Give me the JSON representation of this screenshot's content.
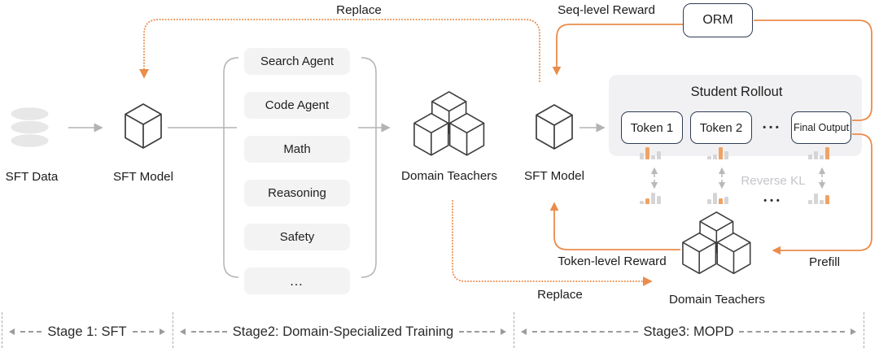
{
  "labels": {
    "replace_top": "Replace",
    "seq_level_reward": "Seq-level Reward",
    "orm": "ORM",
    "sft_data": "SFT Data",
    "sft_model_1": "SFT Model",
    "sft_model_2": "SFT Model",
    "domain_teachers_1": "Domain Teachers",
    "domain_teachers_2": "Domain Teachers",
    "student_rollout": "Student Rollout",
    "reverse_kl": "Reverse KL",
    "token_level_reward": "Token-level Reward",
    "prefill": "Prefill",
    "replace_bottom": "Replace",
    "ellipsis_tokens": "•••",
    "ellipsis_kl": "•••"
  },
  "domains": [
    "Search Agent",
    "Code Agent",
    "Math",
    "Reasoning",
    "Safety",
    "…"
  ],
  "tokens": {
    "t1": "Token 1",
    "t2": "Token 2",
    "final": "Final Output"
  },
  "stages": [
    {
      "label": "Stage 1: SFT"
    },
    {
      "label": "Stage2: Domain-Specialized Training"
    },
    {
      "label": "Stage3: MOPD"
    }
  ],
  "colors": {
    "orange_line": "#ea8c4b",
    "bar_orange": "#f0a264",
    "bar_gray": "#d5d5d7",
    "gray_line": "#b3b3b3",
    "navy_border": "#2e3d54",
    "panel_bg": "#f1f1f3",
    "box_bg": "#f3f3f4"
  },
  "mini_charts": {
    "student_row": [
      {
        "heights": [
          8,
          15,
          5,
          10
        ],
        "colors": [
          "gray",
          "orange",
          "gray",
          "gray"
        ]
      },
      {
        "heights": [
          4,
          6,
          15,
          10
        ],
        "colors": [
          "gray",
          "gray",
          "orange",
          "gray"
        ]
      },
      {
        "heights": [
          6,
          10,
          5,
          15
        ],
        "colors": [
          "gray",
          "gray",
          "gray",
          "orange"
        ]
      }
    ],
    "teacher_row": [
      {
        "heights": [
          4,
          7,
          14,
          10
        ],
        "colors": [
          "gray",
          "orange",
          "gray",
          "gray"
        ]
      },
      {
        "heights": [
          6,
          14,
          7,
          9
        ],
        "colors": [
          "gray",
          "gray",
          "orange",
          "gray"
        ]
      },
      {
        "heights": [
          5,
          13,
          5,
          11
        ],
        "colors": [
          "gray",
          "gray",
          "gray",
          "orange"
        ]
      }
    ]
  },
  "icons": {
    "database": "database-icon",
    "cube": "model-cube-icon",
    "teachers": "stacked-cubes-icon"
  }
}
